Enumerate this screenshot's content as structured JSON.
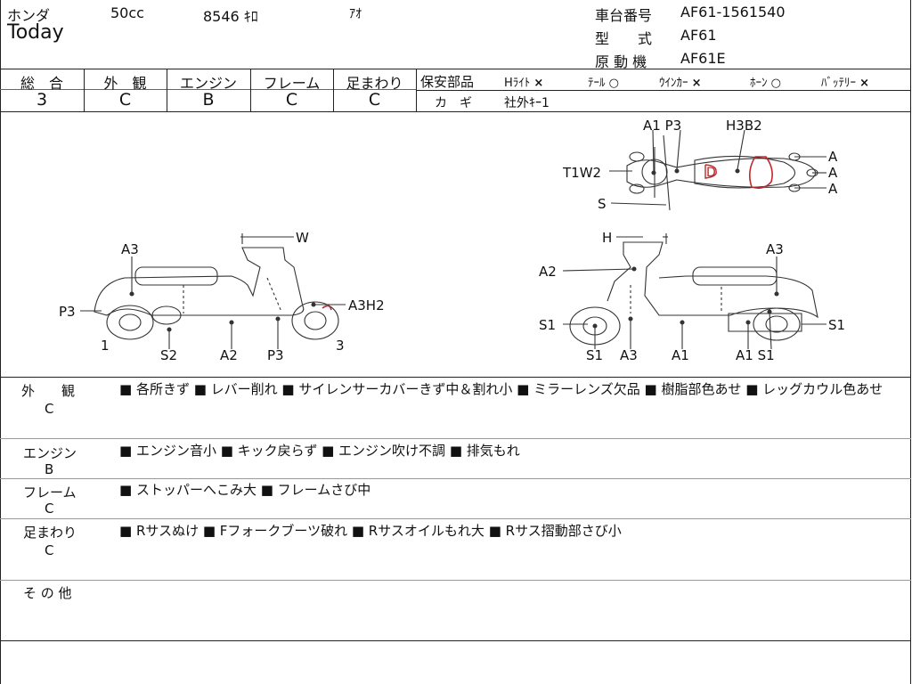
{
  "header": {
    "maker": "ホンダ",
    "displacement": "50cc",
    "mileage": "8546 ｷﾛ",
    "color": "ｱｵ",
    "model_name": "Today",
    "frame_label": "車台番号",
    "frame_value": "AF61-1561540",
    "type_label": "型　　式",
    "type_value": "AF61",
    "engine_label": "原 動 機",
    "engine_value": "AF61E"
  },
  "grades": [
    {
      "label": "総　合",
      "value": "3"
    },
    {
      "label": "外　観",
      "value": "C"
    },
    {
      "label": "エンジン",
      "value": "B"
    },
    {
      "label": "フレーム",
      "value": "C"
    },
    {
      "label": "足まわり",
      "value": "C"
    }
  ],
  "safety": {
    "label": "保安部品",
    "items": [
      {
        "name": "Hﾗｲﾄ",
        "mark": "×"
      },
      {
        "name": "ﾃｰﾙ",
        "mark": "○"
      },
      {
        "name": "ｳｲﾝｶｰ",
        "mark": "×"
      },
      {
        "name": "ﾎｰﾝ",
        "mark": "○"
      },
      {
        "name": "ﾊﾞｯﾃﾘｰ",
        "mark": "×"
      }
    ],
    "key_label": "カ　ギ",
    "key_value": "社外ｷｰ1"
  },
  "diagram": {
    "top_labels": [
      "A1 P3",
      "H3B2",
      "T1W2",
      "S",
      "A",
      "A",
      "A",
      "D"
    ],
    "left_labels": [
      "A3",
      "W",
      "P3",
      "A3H2",
      "1",
      "S2",
      "A2",
      "P3",
      "3"
    ],
    "right_labels": [
      "H",
      "A3",
      "A2",
      "S1",
      "S1",
      "S1",
      "A3",
      "A1",
      "A1 S1"
    ]
  },
  "notes": [
    {
      "label": "外　　観",
      "grade": "C",
      "text": "■ 各所きず ■ レバー削れ ■ サイレンサーカバーきず中＆割れ小 ■ ミラーレンズ欠品 ■ 樹脂部色あせ ■ レッグカウル色あせ"
    },
    {
      "label": "エンジン",
      "grade": "B",
      "text": "■ エンジン音小 ■ キック戻らず ■ エンジン吹け不調 ■ 排気もれ"
    },
    {
      "label": "フレーム",
      "grade": "C",
      "text": "■ ストッパーへこみ大 ■ フレームさび中"
    },
    {
      "label": "足まわり",
      "grade": "C",
      "text": "■ Rサスぬけ ■ Fフォークブーツ破れ ■ Rサスオイルもれ大 ■ Rサス摺動部さび小"
    },
    {
      "label": "そ の 他",
      "grade": "",
      "text": ""
    }
  ]
}
